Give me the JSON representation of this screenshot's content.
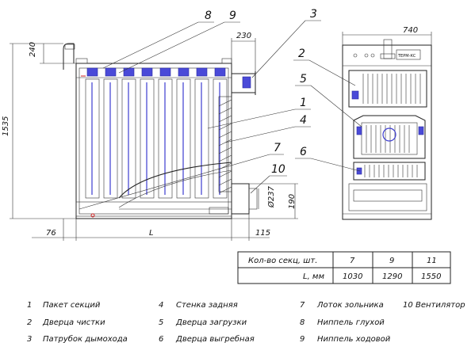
{
  "callouts": {
    "n8": "8",
    "n9": "9",
    "n3": "3",
    "n2": "2",
    "n5": "5",
    "n1": "1",
    "n4": "4",
    "n6": "6",
    "n7": "7",
    "n10": "10"
  },
  "dimensions": {
    "d240": "240",
    "d230": "230",
    "d1535": "1535",
    "d740": "740",
    "d237": "Ø237",
    "d190": "190",
    "d76": "76",
    "dL": "L",
    "d115": "115"
  },
  "plate": {
    "text": "ТЕРМ-КС"
  },
  "table": {
    "row1_label": "Кол-во секц, шт.",
    "row2_label": "L, мм",
    "sections": [
      "7",
      "9",
      "11"
    ],
    "lengths": [
      "1030",
      "1290",
      "1550"
    ]
  },
  "legend": [
    {
      "num": "1",
      "text": "Пакет секций"
    },
    {
      "num": "2",
      "text": "Дверца чистки"
    },
    {
      "num": "3",
      "text": "Патрубок дымохода"
    },
    {
      "num": "4",
      "text": "Стенка задняя"
    },
    {
      "num": "5",
      "text": "Дверца загрузки"
    },
    {
      "num": "6",
      "text": "Дверца выгребная"
    },
    {
      "num": "7",
      "text": "Лоток зольника"
    },
    {
      "num": "8",
      "text": "Ниппель глухой"
    },
    {
      "num": "9",
      "text": "Ниппель ходовой"
    },
    {
      "num": "10",
      "text": "Вентилятор"
    }
  ],
  "colors": {
    "outline": "#222222",
    "blue_detail": "#3c3cd0",
    "red_detail": "#d02020"
  }
}
